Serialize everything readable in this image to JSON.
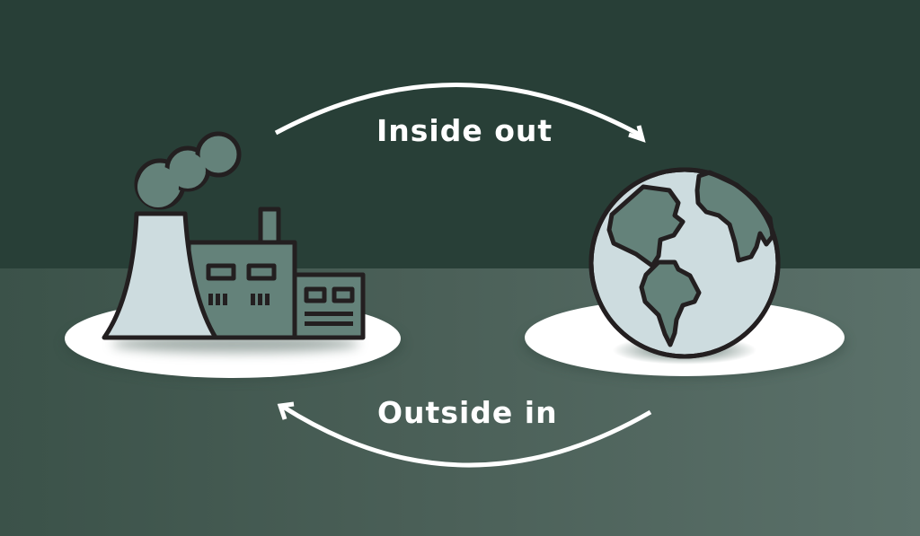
{
  "diagram": {
    "title": "Double materiality: company and world",
    "arrows": {
      "top": {
        "label": "Inside out",
        "direction": "company-to-world"
      },
      "bottom": {
        "label": "Outside in",
        "direction": "world-to-company"
      }
    },
    "nodes": {
      "left": {
        "icon": "factory-icon",
        "meaning": "company"
      },
      "right": {
        "icon": "globe-icon",
        "meaning": "world"
      }
    }
  },
  "colors": {
    "background_top": "#283f37",
    "background_bottom_left": "#3b5249",
    "background_bottom_right": "#5b716a",
    "icon_fill_dark": "#64827a",
    "icon_fill_light": "#cddcdf",
    "outline": "#231f20",
    "platform": "#ffffff",
    "text": "#ffffff"
  }
}
